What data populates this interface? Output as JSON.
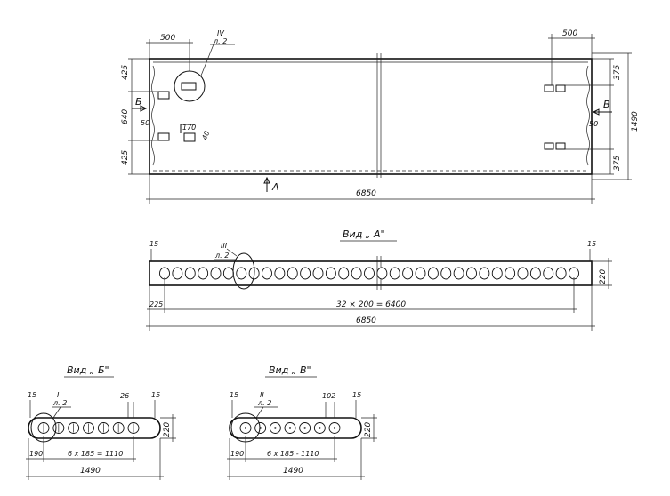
{
  "plan": {
    "dim_top_left": "500",
    "dim_top_right": "500",
    "callout_iv_num": "IV",
    "callout_iv_sheet": "л. 2",
    "dim_left_425_top": "425",
    "dim_left_640": "640",
    "dim_left_425_bottom": "425",
    "dim_left_50": "50",
    "dim_right_375_top": "375",
    "dim_right_375_bottom": "375",
    "dim_right_50": "50",
    "dim_right_1490": "1490",
    "detail_dim_170": "170",
    "detail_dim_40": "40",
    "view_mark_b": "Б",
    "view_mark_v": "В",
    "view_mark_a": "А",
    "dim_total": "6850"
  },
  "view_a": {
    "title": "Вид „ А\"",
    "dim_15_left": "15",
    "dim_15_right": "15",
    "callout_num": "III",
    "callout_sheet": "л. 2",
    "dim_220": "220",
    "dim_225": "225",
    "dim_pitch": "32 × 200 = 6400",
    "dim_total": "6850",
    "hole_count": 33
  },
  "view_b": {
    "title": "Вид „ Б\"",
    "dim_15_left": "15",
    "dim_15_right": "15",
    "callout_num": "I",
    "callout_sheet": "л. 2",
    "dim_26": "26",
    "dim_220": "220",
    "dim_190": "190",
    "dim_pitch": "6 x 185 = 1110",
    "dim_total": "1490",
    "hole_count": 7
  },
  "view_v": {
    "title": "Вид „ В\"",
    "dim_15_left": "15",
    "dim_15_right": "15",
    "callout_num": "II",
    "callout_sheet": "л. 2",
    "dim_102": "102",
    "dim_220": "220",
    "dim_190": "190",
    "dim_pitch": "6 x 185 - 1110",
    "dim_total": "1490",
    "hole_count": 7
  }
}
